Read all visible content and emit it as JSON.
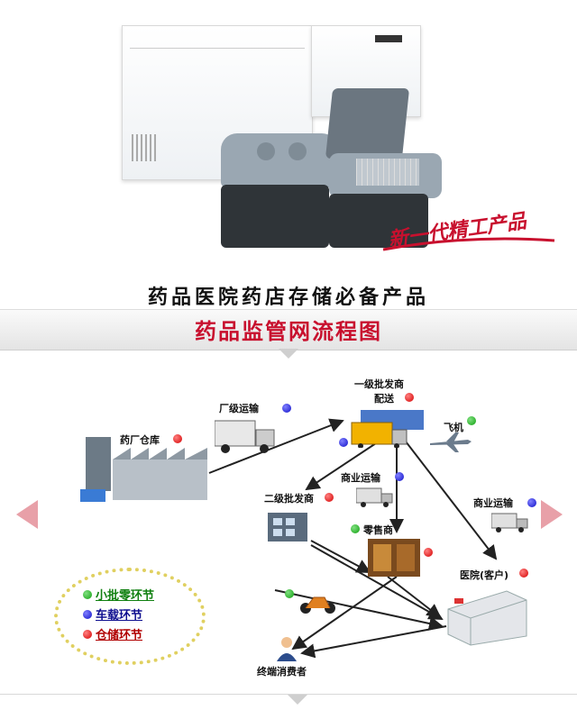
{
  "hero": {
    "slogan": "新一代精工产品",
    "tagline": "药品医院药店存储必备产品"
  },
  "section": {
    "title": "药品监管网流程图"
  },
  "flow": {
    "factory": "药厂仓库",
    "factory_transport": "厂级运输",
    "distributor_l1_line1": "一级批发商",
    "distributor_l1_line2": "配送",
    "airplane": "飞机",
    "commercial_transport_1": "商业运输",
    "distributor_l2": "二级批发商",
    "commercial_transport_2": "商业运输",
    "retailer": "零售商",
    "hospital": "医院(客户)",
    "consumer": "终端消费者"
  },
  "legend": {
    "small_batch": "小批零环节",
    "vehicle": "车载环节",
    "storage": "仓储环节"
  },
  "colors": {
    "accent_red": "#c8102e",
    "nav_arrow": "#e8a0a8"
  }
}
